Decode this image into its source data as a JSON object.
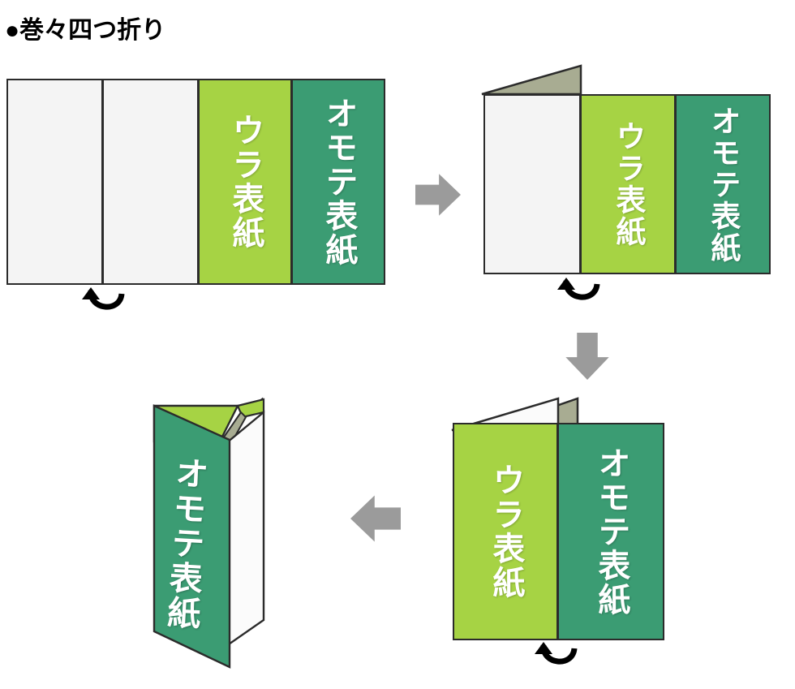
{
  "title": "●巻々四つ折り",
  "labels": {
    "back_cover": "ウラ表紙",
    "front_cover": "オモテ表紙"
  },
  "colors": {
    "light_green": "#a6d344",
    "dark_green": "#3b9c73",
    "paper_white": "#f4f4f4",
    "flap_khaki": "#a8ac92",
    "outline": "#2b2b2b",
    "arrow_gray": "#9b9b9b",
    "curl_black": "#000000"
  },
  "steps": [
    {
      "id": "step-1",
      "name": "unfolded-sheet",
      "panels": [
        {
          "fill": "paper_white",
          "label": ""
        },
        {
          "fill": "paper_white",
          "label": ""
        },
        {
          "fill": "light_green",
          "label": "ウラ表紙"
        },
        {
          "fill": "dark_green",
          "label": "オモテ表紙"
        }
      ]
    },
    {
      "id": "step-2",
      "name": "first-fold",
      "panels": [
        {
          "fill": "paper_white",
          "label": ""
        },
        {
          "fill": "light_green",
          "label": "ウラ表紙"
        },
        {
          "fill": "dark_green",
          "label": "オモテ表紙"
        }
      ]
    },
    {
      "id": "step-3",
      "name": "second-fold",
      "panels": [
        {
          "fill": "light_green",
          "label": "ウラ表紙"
        },
        {
          "fill": "dark_green",
          "label": "オモテ表紙"
        }
      ]
    },
    {
      "id": "step-4",
      "name": "finished-roll-fold",
      "panels": [
        {
          "fill": "dark_green",
          "label": "オモテ表紙"
        }
      ]
    }
  ],
  "arrows": [
    {
      "name": "arrow-step1-to-step2",
      "direction": "right"
    },
    {
      "name": "arrow-step2-to-step3",
      "direction": "down"
    },
    {
      "name": "arrow-step3-to-step4",
      "direction": "left"
    }
  ],
  "fold_marks": [
    {
      "name": "fold-curl-step1"
    },
    {
      "name": "fold-curl-step2"
    },
    {
      "name": "fold-curl-step3"
    }
  ]
}
